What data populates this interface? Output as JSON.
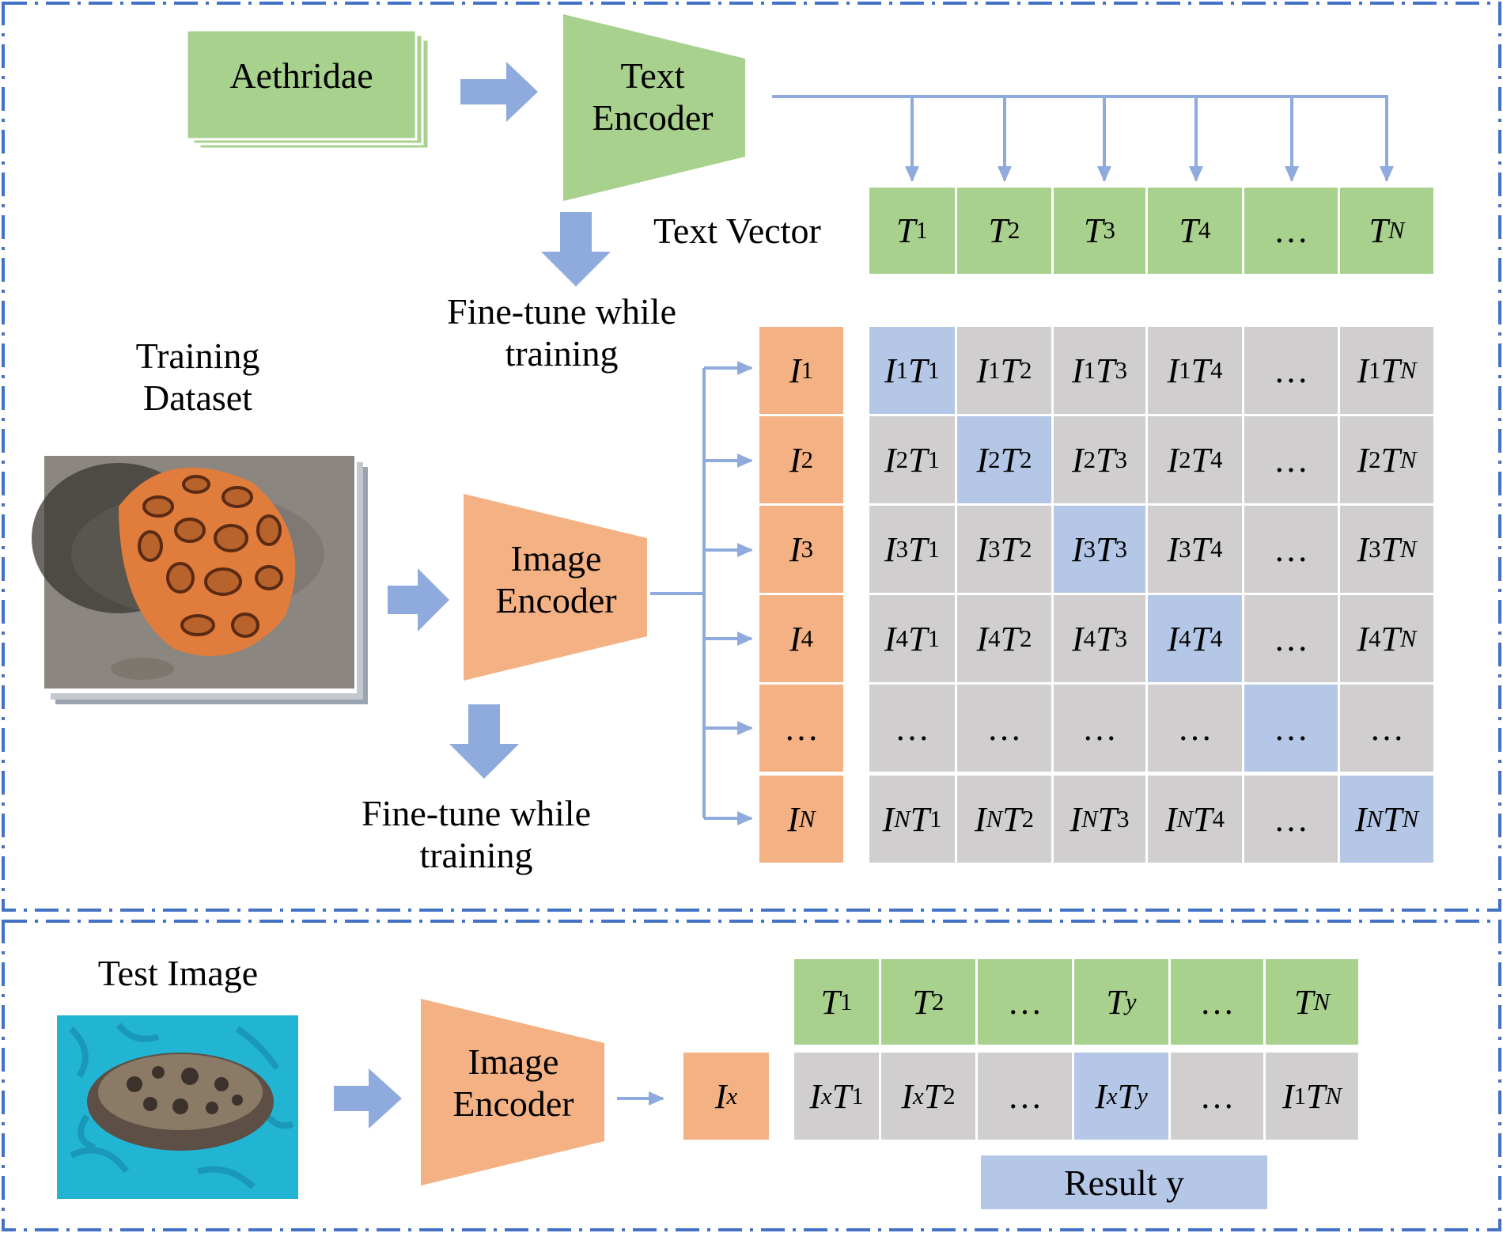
{
  "colors": {
    "frame": "#4472c4",
    "arrow": "#8faadc",
    "green": "#a9d18e",
    "orange": "#f4b183",
    "gray": "#d0cece",
    "blue": "#b4c7e7"
  },
  "labels": {
    "class_name": "Aethridae",
    "text_encoder": "Text Encoder",
    "text_vector": "Text Vector",
    "fine_tune_top": "Fine-tune while training",
    "training_dataset": "Training Dataset",
    "image_encoder": "Image Encoder",
    "fine_tune_bottom": "Fine-tune while training",
    "test_image": "Test Image",
    "image_encoder_test": "Image Encoder",
    "result": "Result y"
  },
  "images": {
    "training_photo": "orange-spotted-crab-photo",
    "test_photo": "crab-on-blue-background-photo"
  },
  "text_vector": [
    "T_1",
    "T_2",
    "T_3",
    "T_4",
    "…",
    "T_N"
  ],
  "image_vector": [
    "I_1",
    "I_2",
    "I_3",
    "I_4",
    "…",
    "I_N"
  ],
  "matrix": [
    [
      "I_1T_1",
      "I_1T_2",
      "I_1T_3",
      "I_1T_4",
      "…",
      "I_1T_N"
    ],
    [
      "I_2T_1",
      "I_2T_2",
      "I_2T_3",
      "I_2T_4",
      "…",
      "I_2T_N"
    ],
    [
      "I_3T_1",
      "I_3T_2",
      "I_3T_3",
      "I_3T_4",
      "…",
      "I_3T_N"
    ],
    [
      "I_4T_1",
      "I_4T_2",
      "I_4T_3",
      "I_4T_4",
      "…",
      "I_4T_N"
    ],
    [
      "…",
      "…",
      "…",
      "…",
      "…",
      "…"
    ],
    [
      "I_NT_1",
      "I_NT_2",
      "I_NT_3",
      "I_NT_4",
      "…",
      "I_NT_N"
    ]
  ],
  "matrix_highlight": [
    [
      0,
      0
    ],
    [
      1,
      1
    ],
    [
      2,
      2
    ],
    [
      3,
      3
    ],
    [
      4,
      4
    ],
    [
      5,
      5
    ]
  ],
  "test_text_row": [
    "T_1",
    "T_2",
    "…",
    "T_y",
    "…",
    "T_N"
  ],
  "test_image_vector": "I_x",
  "test_row": [
    "I_xT_1",
    "I_xT_2",
    "…",
    "I_xT_y",
    "…",
    "I_1T_N"
  ],
  "test_highlight_index": 3
}
